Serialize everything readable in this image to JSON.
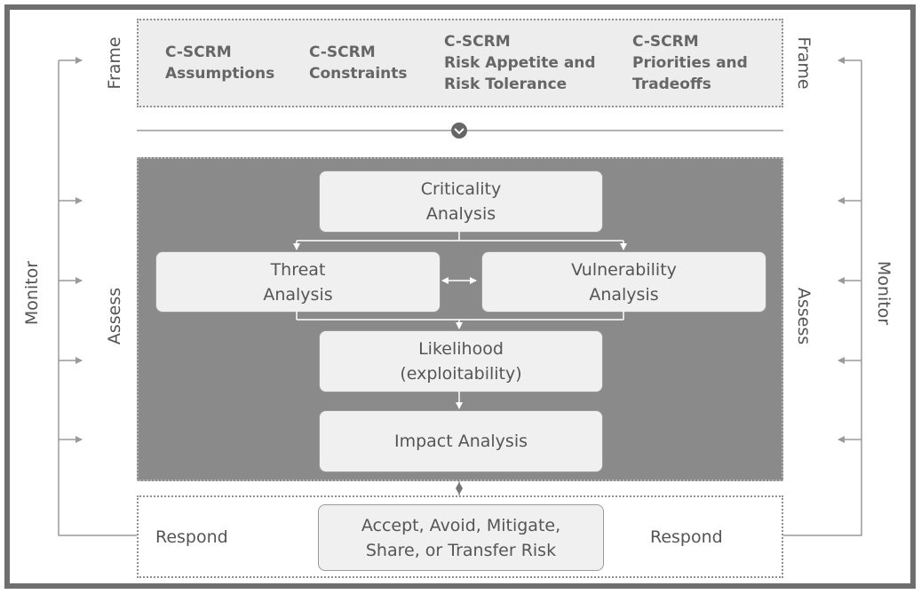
{
  "frame": {
    "label_left": "Frame",
    "label_right": "Frame",
    "items": [
      "C-SCRM\nAssumptions",
      "C-SCRM\nConstraints",
      "C-SCRM\nRisk Appetite and\nRisk Tolerance",
      "C-SCRM\nPriorities and\nTradeoffs"
    ]
  },
  "assess": {
    "label_left": "Assess",
    "label_right": "Assess",
    "nodes": {
      "criticality": "Criticality\nAnalysis",
      "threat": "Threat\nAnalysis",
      "vulnerability": "Vulnerability\nAnalysis",
      "likelihood": "Likelihood\n(exploitability)",
      "impact": "Impact Analysis"
    }
  },
  "respond": {
    "label_left": "Respond",
    "label_right": "Respond",
    "node": "Accept, Avoid, Mitigate,\nShare, or Transfer Risk"
  },
  "monitor": {
    "label_left": "Monitor",
    "label_right": "Monitor"
  },
  "colors": {
    "frame_bg": "#ededed",
    "assess_bg": "#8a8a8a",
    "node_bg": "#f0f0f0",
    "line": "#9a9a9a",
    "border": "#6f6f6f"
  }
}
